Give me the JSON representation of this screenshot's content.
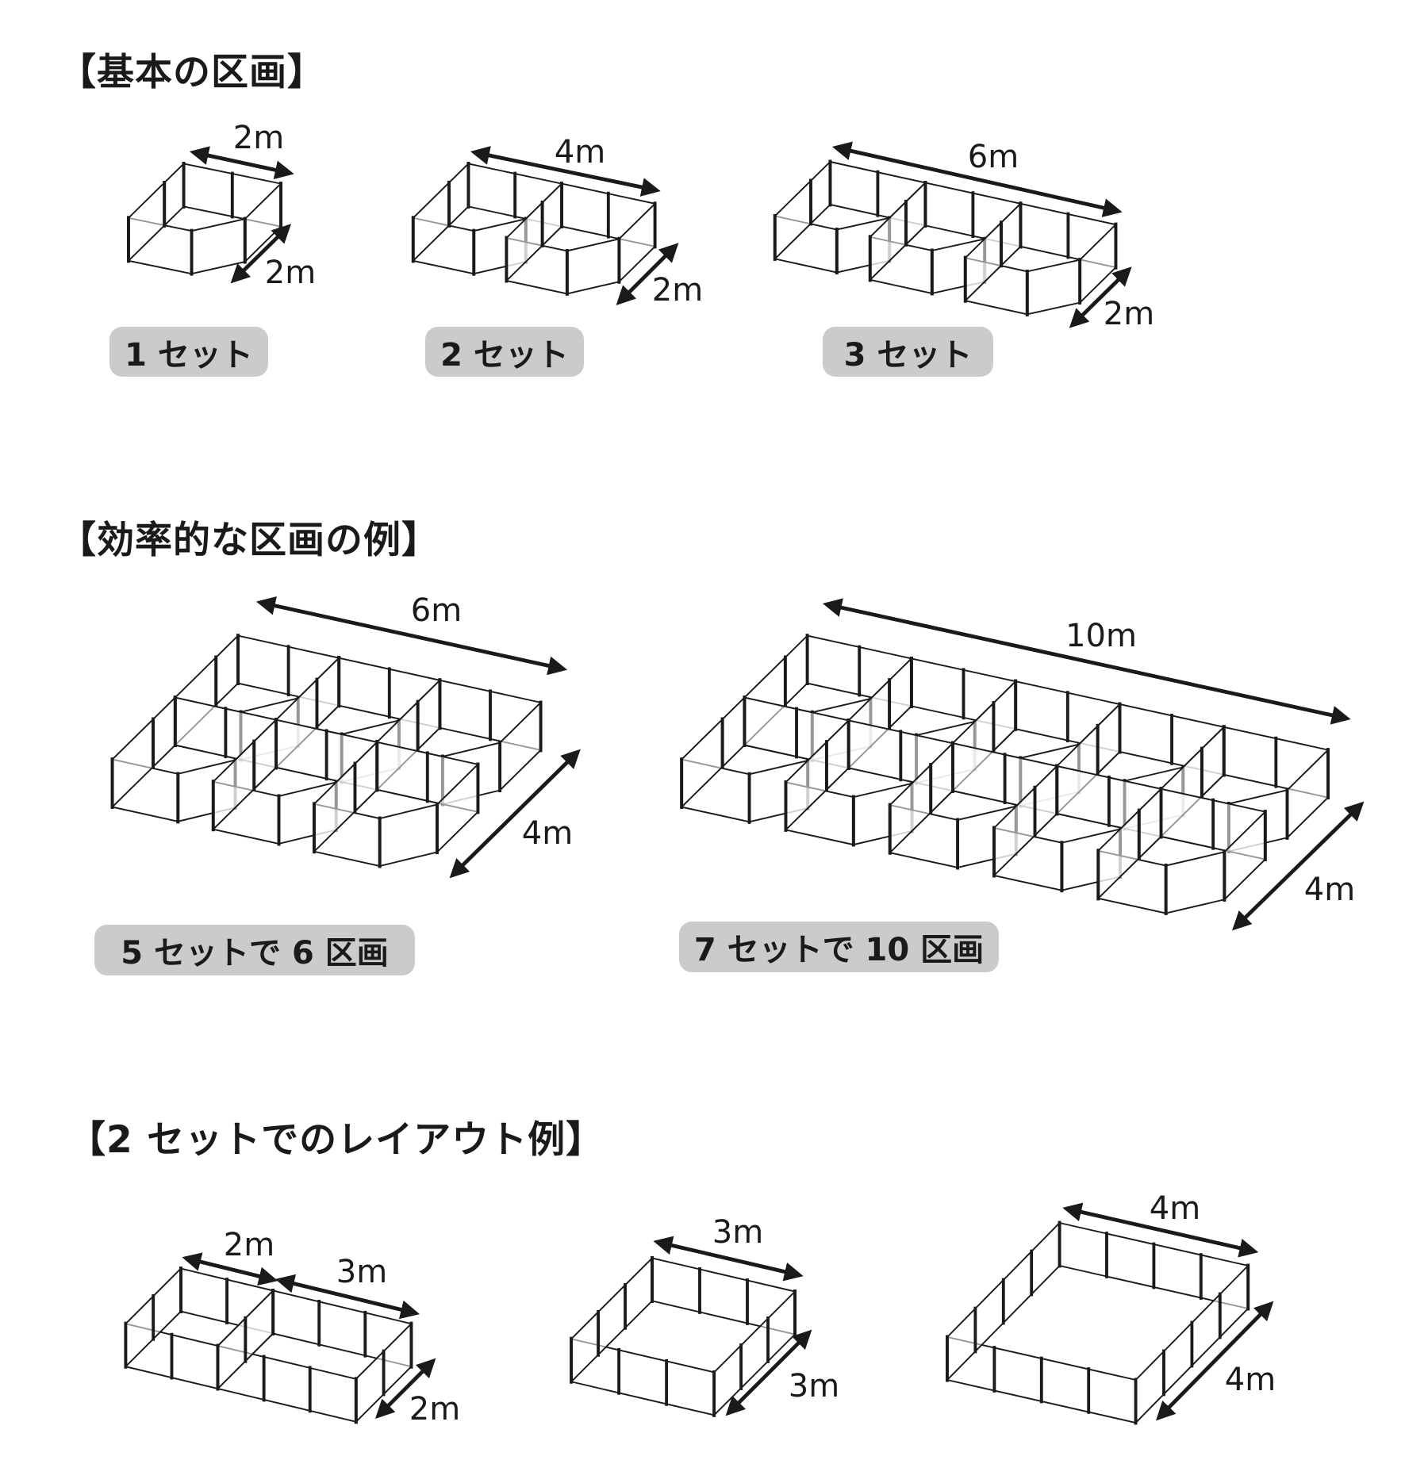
{
  "sections": {
    "basic": {
      "title": "【基本の区画】",
      "badges": [
        "1 セット",
        "2 セット",
        "3 セット"
      ],
      "dims": [
        "2m",
        "2m",
        "4m",
        "2m",
        "6m",
        "2m"
      ]
    },
    "efficient": {
      "title": "【効率的な区画の例】",
      "badges": [
        "5 セットで 6 区画",
        "7 セットで 10 区画"
      ],
      "dims": [
        "6m",
        "4m",
        "10m",
        "4m"
      ]
    },
    "layout": {
      "title": "【2 セットでのレイアウト例】",
      "dims": [
        "2m",
        "3m",
        "2m",
        "3m",
        "3m",
        "4m",
        "4m"
      ]
    }
  },
  "colors": {
    "badge": "#cbcbcb",
    "line": "#1a1a1a"
  }
}
